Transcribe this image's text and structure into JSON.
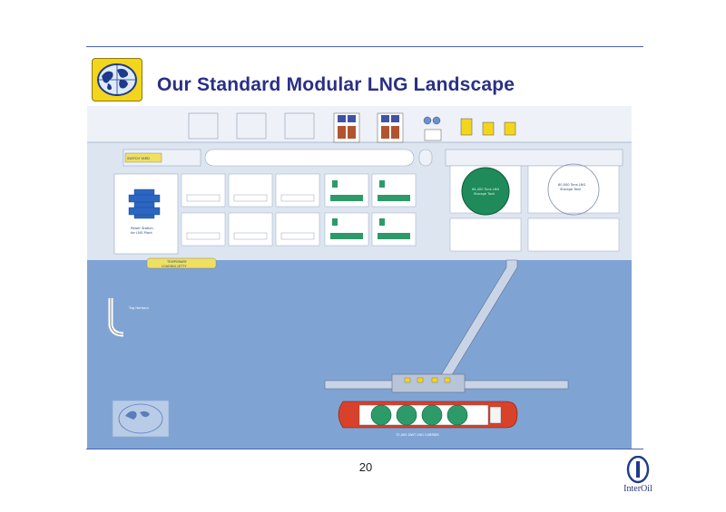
{
  "title": "Our Standard Modular LNG Landscape",
  "page_number": "20",
  "brand": {
    "name": "InterOil"
  },
  "labels": {
    "switch_yard": "SWITCH YARD",
    "power_station_line1": "Power Station",
    "power_station_line2": "for LNG Plant",
    "storage_mid_line1": "64,400 Tons LNG",
    "storage_mid_line2": "Storage Tank",
    "storage_right_line1": "80,000 Tons LNG",
    "storage_right_line2": "Storage Tank",
    "jetty_line1": "TEMPORARY",
    "jetty_line2": "LOADING JETTY",
    "tug_harbour": "Tug Harbour",
    "ship_caption": "72,000 DWT LNG CARRIER"
  },
  "colors": {
    "title": "#2a2f86",
    "rule": "#4a63b0",
    "logo_badge": "#f3d51c",
    "land": "#dde5f0",
    "sea": "#7fa4d4",
    "train_module": "#2d9a6a",
    "tank": "#1f8a5a",
    "road_yellow": "#f0e060",
    "ship_hull": "#d8412a"
  }
}
